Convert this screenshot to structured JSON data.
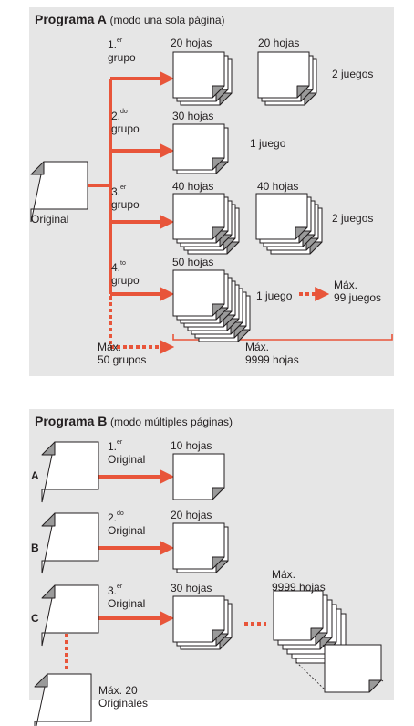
{
  "colors": {
    "arrow": "#e8553a",
    "panel": "#e6e6e6",
    "shade": "#9a9a9a",
    "ink": "#231f20"
  },
  "program_a": {
    "title": "Programa A",
    "subtitle": "(modo una sola página)",
    "original_label": "Original",
    "groups": [
      {
        "num": "1.",
        "sup": "er",
        "word": "grupo",
        "sheets_1": "20 hojas",
        "sheets_2": "20 hojas",
        "sets": "2 juegos"
      },
      {
        "num": "2.",
        "sup": "do",
        "word": "grupo",
        "sheets_1": "30 hojas",
        "sets": "1 juego"
      },
      {
        "num": "3.",
        "sup": "er",
        "word": "grupo",
        "sheets_1": "40 hojas",
        "sheets_2": "40 hojas",
        "sets": "2 juegos"
      },
      {
        "num": "4.",
        "sup": "to",
        "word": "grupo",
        "sheets_1": "50 hojas",
        "sets": "1 juego"
      }
    ],
    "max_sets_1": "Máx.",
    "max_sets_2": "99 juegos",
    "max_groups_1": "Máx.",
    "max_groups_2": "50 grupos",
    "max_sheets_1": "Máx.",
    "max_sheets_2": "9999 hojas"
  },
  "program_b": {
    "title": "Programa B",
    "subtitle": "(modo múltiples páginas)",
    "rows": [
      {
        "letter": "A",
        "num": "1.",
        "sup": "er",
        "word": "Original",
        "sheets": "10 hojas"
      },
      {
        "letter": "B",
        "num": "2.",
        "sup": "do",
        "word": "Original",
        "sheets": "20 hojas"
      },
      {
        "letter": "C",
        "num": "3.",
        "sup": "er",
        "word": "Original",
        "sheets": "30 hojas"
      }
    ],
    "max_sheets_1": "Máx.",
    "max_sheets_2": "9999 hojas",
    "max_originals_1": "Máx. 20",
    "max_originals_2": "Originales"
  }
}
